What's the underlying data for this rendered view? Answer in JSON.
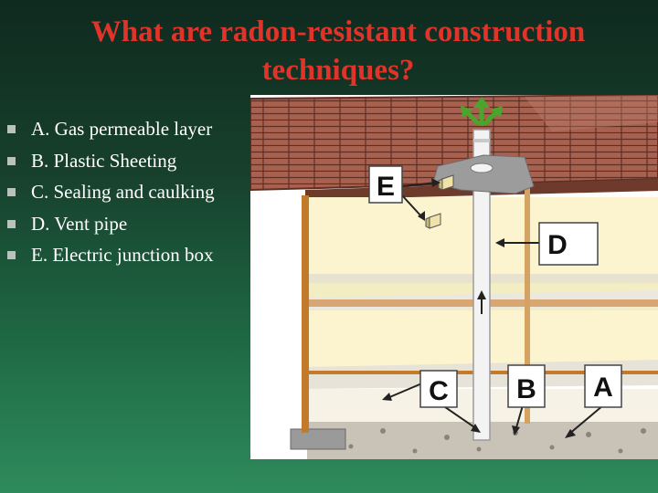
{
  "slide": {
    "title": "What are radon-resistant construction techniques?"
  },
  "bullets": [
    "A. Gas permeable layer",
    "B. Plastic Sheeting",
    "C. Sealing and caulking",
    "D. Vent pipe",
    "E. Electric junction box"
  ],
  "diagram": {
    "labels": {
      "a": "A",
      "b": "B",
      "c": "C",
      "d": "D",
      "e": "E"
    }
  }
}
